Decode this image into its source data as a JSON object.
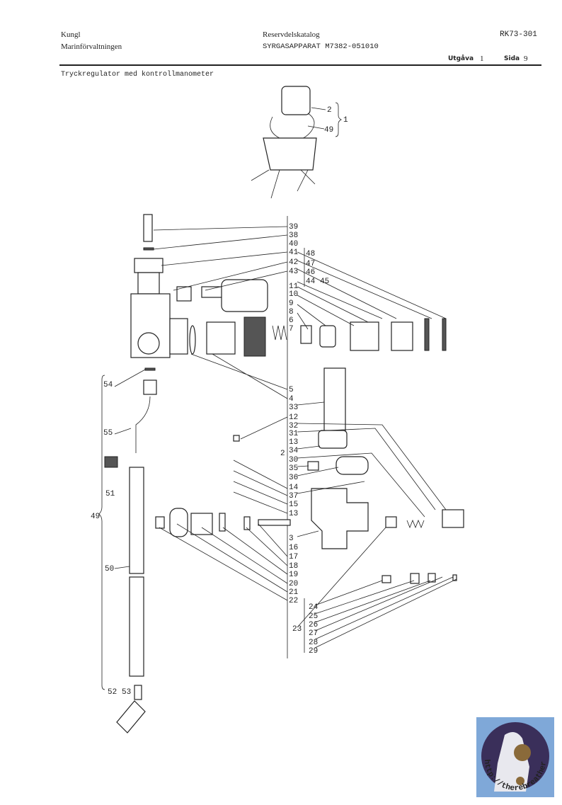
{
  "header": {
    "org_line1": "Kungl",
    "org_line2": "Marinförvaltningen",
    "catalog": "Reservdelskatalog",
    "product": "SYRGASAPPARAT M7382-051010",
    "doc_number": "RK73-301",
    "edition_label": "Utgåva",
    "edition_value": "1",
    "page_label": "Sida",
    "page_value": "9"
  },
  "section_title": "Tryckregulator med kontrollmanometer",
  "overview_labels": [
    "2",
    "49",
    "1"
  ],
  "center_labels": [
    "39",
    "38",
    "40",
    "41",
    "42",
    "43",
    "11",
    "10",
    "9",
    "8",
    "6",
    "7",
    "5",
    "4",
    "33",
    "12",
    "32",
    "31",
    "13",
    "34",
    "30",
    "35",
    "36",
    "14",
    "37",
    "15",
    "13",
    "3",
    "16",
    "17",
    "18",
    "19",
    "20",
    "21",
    "22",
    "23"
  ],
  "group_labels": [
    "48",
    "47",
    "46",
    "44",
    "45"
  ],
  "lower_group_labels": [
    "24",
    "25",
    "26",
    "27",
    "28",
    "29"
  ],
  "group2_label": "2",
  "hose_labels": [
    "54",
    "55",
    "51",
    "49",
    "50",
    "52",
    "53"
  ],
  "logo": {
    "text": "http://therebreathersite.nl"
  }
}
